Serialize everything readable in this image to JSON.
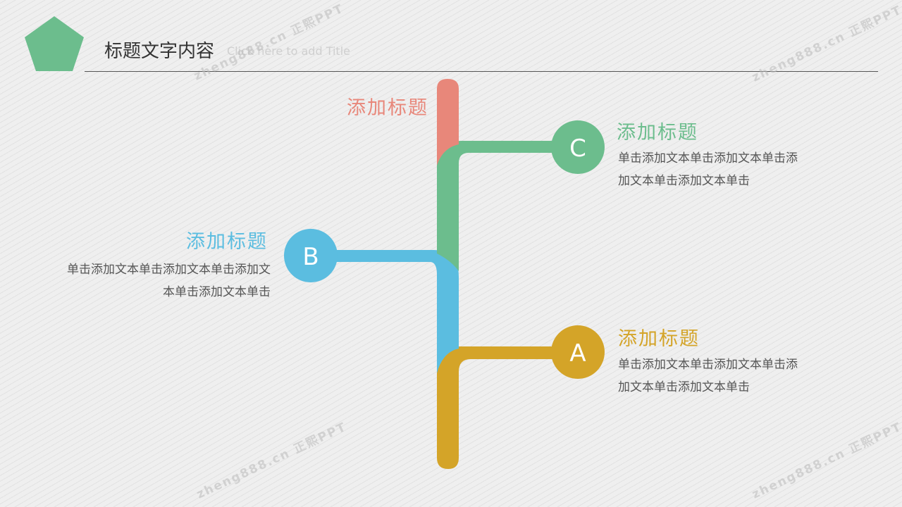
{
  "header": {
    "title": "标题文字内容",
    "placeholder": "Click here to add Title"
  },
  "watermarks": [
    "zheng888.cn 正熙PPT",
    "zheng888.cn 正熙PPT",
    "zheng888.cn 正熙PPT",
    "zheng888.cn 正熙PPT"
  ],
  "colors": {
    "accent_pentagon": "#6cbd8d",
    "red": "#e8877a",
    "green": "#6cbd8d",
    "blue": "#5bbde0",
    "gold": "#d4a428"
  },
  "top_item": {
    "title": "添加标题"
  },
  "item_c": {
    "letter": "C",
    "title": "添加标题",
    "text": "单击添加文本单击添加文本单击添加文本单击添加文本单击"
  },
  "item_b": {
    "letter": "B",
    "title": "添加标题",
    "text": "单击添加文本单击添加文本单击添加文本单击添加文本单击"
  },
  "item_a": {
    "letter": "A",
    "title": "添加标题",
    "text": "单击添加文本单击添加文本单击添加文本单击添加文本单击"
  }
}
